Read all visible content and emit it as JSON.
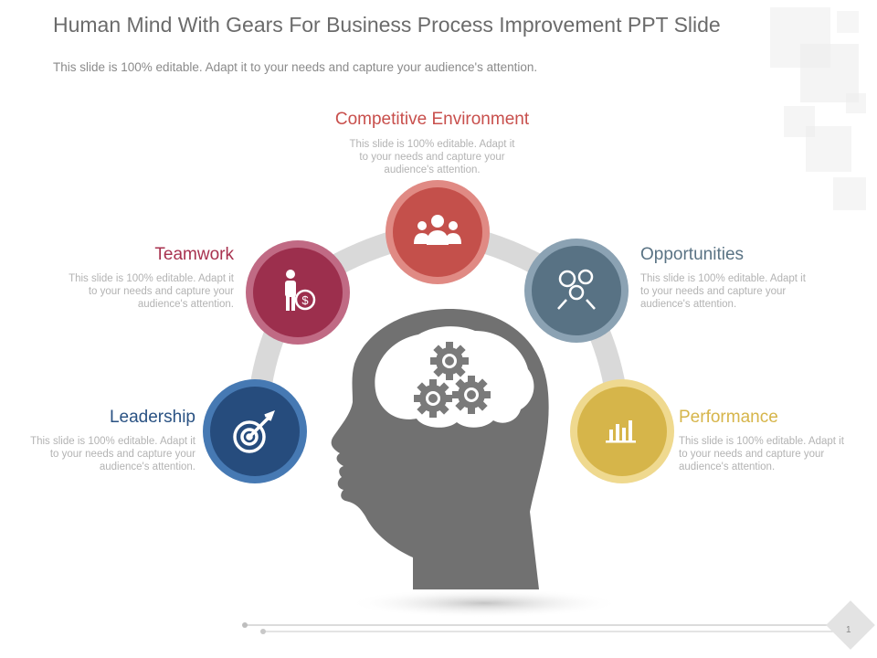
{
  "slide": {
    "title": "Human Mind With Gears For Business Process Improvement PPT Slide",
    "subtitle": "This slide is 100% editable. Adapt it to your needs and capture your audience's attention.",
    "page_number": "1"
  },
  "items": [
    {
      "heading": "Leadership",
      "color": "#2a5283",
      "icon": "target-icon",
      "desc": [
        "This slide is 100% editable. Adapt it",
        "to your needs and capture your",
        "audience's attention."
      ]
    },
    {
      "heading": "Teamwork",
      "color": "#a8324f",
      "icon": "businessman-dollar-icon",
      "desc": [
        "This slide is 100% editable. Adapt it",
        "to your needs and capture your",
        "audience's attention."
      ]
    },
    {
      "heading": "Competitive Environment",
      "color": "#c84f4c",
      "icon": "team-icon",
      "desc": [
        "This slide is 100% editable. Adapt it",
        "to your needs and capture your",
        "audience's attention."
      ]
    },
    {
      "heading": "Opportunities",
      "color": "#5a7384",
      "icon": "gears-people-icon",
      "desc": [
        "This slide is 100% editable. Adapt it",
        "to your needs and capture your",
        "audience's attention."
      ]
    },
    {
      "heading": "Performance",
      "color": "#d6b54a",
      "icon": "bar-chart-icon",
      "desc": [
        "This slide is 100% editable. Adapt it",
        "to your needs and capture your",
        "audience's attention."
      ]
    }
  ]
}
